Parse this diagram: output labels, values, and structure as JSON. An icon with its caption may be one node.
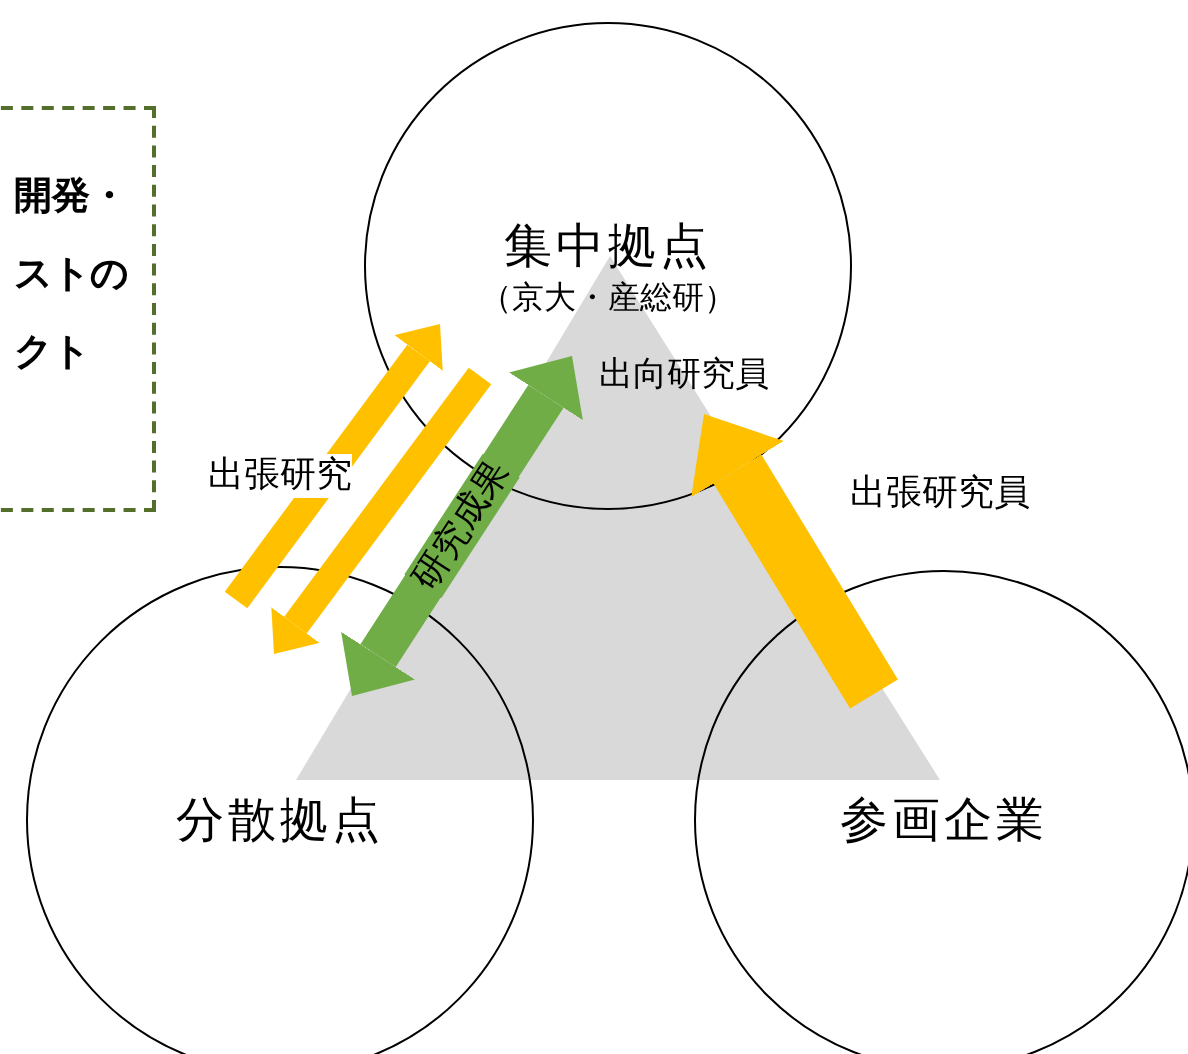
{
  "diagram": {
    "nodes": [
      {
        "text": [
          "開発・ストのクト"
        ]
      },
      {
        "text": [
          "集中拠点",
          "（京大・産総研）"
        ]
      },
      {
        "text": [
          "分散拠点"
        ]
      },
      {
        "text": [
          "参画企業"
        ]
      }
    ],
    "edges": [
      {
        "from": 2,
        "to": 1,
        "arrow": "to",
        "label": "出張研究"
      },
      {
        "from": 1,
        "to": 2,
        "arrow": "to"
      },
      {
        "from": 1,
        "to": 2,
        "arrow": "both",
        "label": "研究成果",
        "color": "#70ad47"
      },
      {
        "from": 3,
        "to": 1,
        "arrow": "to",
        "label": "出張研究員",
        "style": "thick"
      }
    ],
    "labels": [
      "出向研究員"
    ]
  }
}
